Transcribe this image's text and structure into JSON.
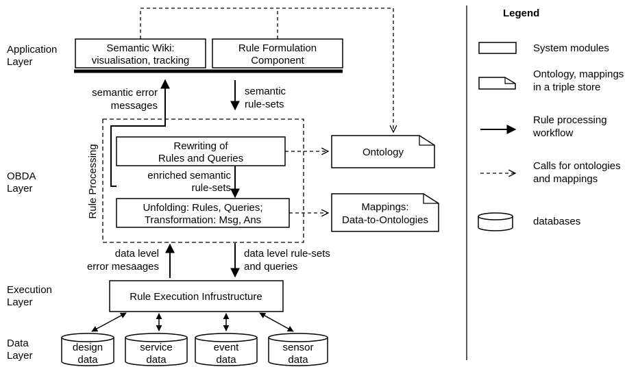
{
  "layers": {
    "application": [
      "Application",
      "Layer"
    ],
    "obda": [
      "OBDA",
      "Layer"
    ],
    "execution": [
      "Execution",
      "Layer"
    ],
    "data": [
      "Data",
      "Layer"
    ]
  },
  "application": {
    "wiki": [
      "Semantic Wiki:",
      "visualisation, tracking"
    ],
    "rule_formulation": [
      "Rule Formulation",
      "Component"
    ]
  },
  "flows": {
    "semantic_error": [
      "semantic error",
      "messages"
    ],
    "semantic_rulesets": [
      "semantic",
      "rule-sets"
    ],
    "enriched": [
      "enriched semantic",
      "rule-sets"
    ],
    "data_level_error": [
      "data level",
      "error mesaages"
    ],
    "data_level_rulesets": [
      "data level rule-sets",
      "and queries"
    ]
  },
  "rule_processing": {
    "label": "Rule Processing",
    "rewriting": [
      "Rewriting of",
      "Rules and Queries"
    ],
    "unfolding": [
      "Unfolding: Rules, Queries;",
      "Transformation: Msg, Ans"
    ]
  },
  "documents": {
    "ontology": "Ontology",
    "mappings": [
      "Mappings:",
      "Data-to-Ontologies"
    ]
  },
  "execution": {
    "infrastructure": "Rule Execution Infrustructure"
  },
  "databases": [
    [
      "design",
      "data"
    ],
    [
      "service",
      "data"
    ],
    [
      "event",
      "data"
    ],
    [
      "sensor",
      "data"
    ]
  ],
  "legend": {
    "title": "Legend",
    "system_modules": "System modules",
    "triple_store": [
      "Ontology, mappings",
      "in a triple store"
    ],
    "workflow": [
      "Rule processing",
      "workflow"
    ],
    "calls": [
      "Calls for ontologies",
      "and mappings"
    ],
    "databases": "databases"
  }
}
